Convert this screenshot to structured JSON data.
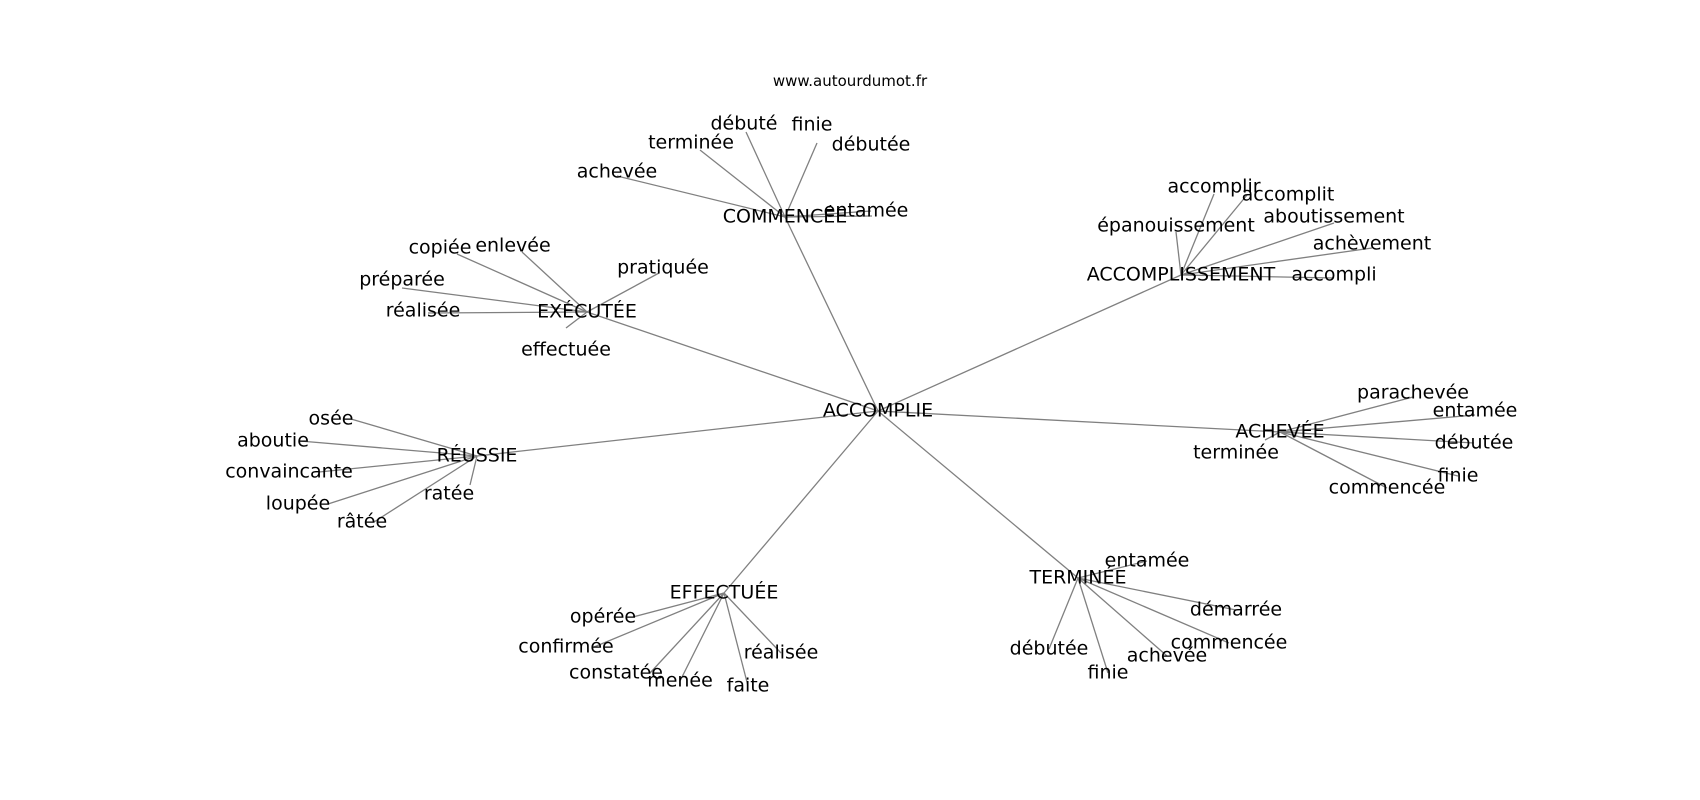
{
  "watermark": "www.autourdumot.fr",
  "graph": {
    "center": "ACCOMPLIE",
    "clusters": [
      {
        "label": "COMMENCÉE",
        "words": [
          "achevée",
          "terminée",
          "débuté",
          "finie",
          "débutée",
          "entamée"
        ]
      },
      {
        "label": "ACCOMPLISSEMENT",
        "words": [
          "accomplir",
          "accomplit",
          "épanouissement",
          "aboutissement",
          "achèvement",
          "accompli"
        ]
      },
      {
        "label": "EXÉCUTÉE",
        "words": [
          "copiée",
          "enlevée",
          "pratiquée",
          "préparée",
          "réalisée",
          "effectuée"
        ]
      },
      {
        "label": "ACHEVÉE",
        "words": [
          "parachevée",
          "entamée",
          "débutée",
          "finie",
          "commencée",
          "terminée"
        ]
      },
      {
        "label": "RÉUSSIE",
        "words": [
          "osée",
          "aboutie",
          "convaincante",
          "loupée",
          "râtée",
          "ratée"
        ]
      },
      {
        "label": "TERMINÉE",
        "words": [
          "entamée",
          "démarrée",
          "commencée",
          "achevée",
          "finie",
          "débutée"
        ]
      },
      {
        "label": "EFFECTUÉE",
        "words": [
          "opérée",
          "confirmée",
          "constatée",
          "menée",
          "faite",
          "réalisée"
        ]
      }
    ]
  }
}
